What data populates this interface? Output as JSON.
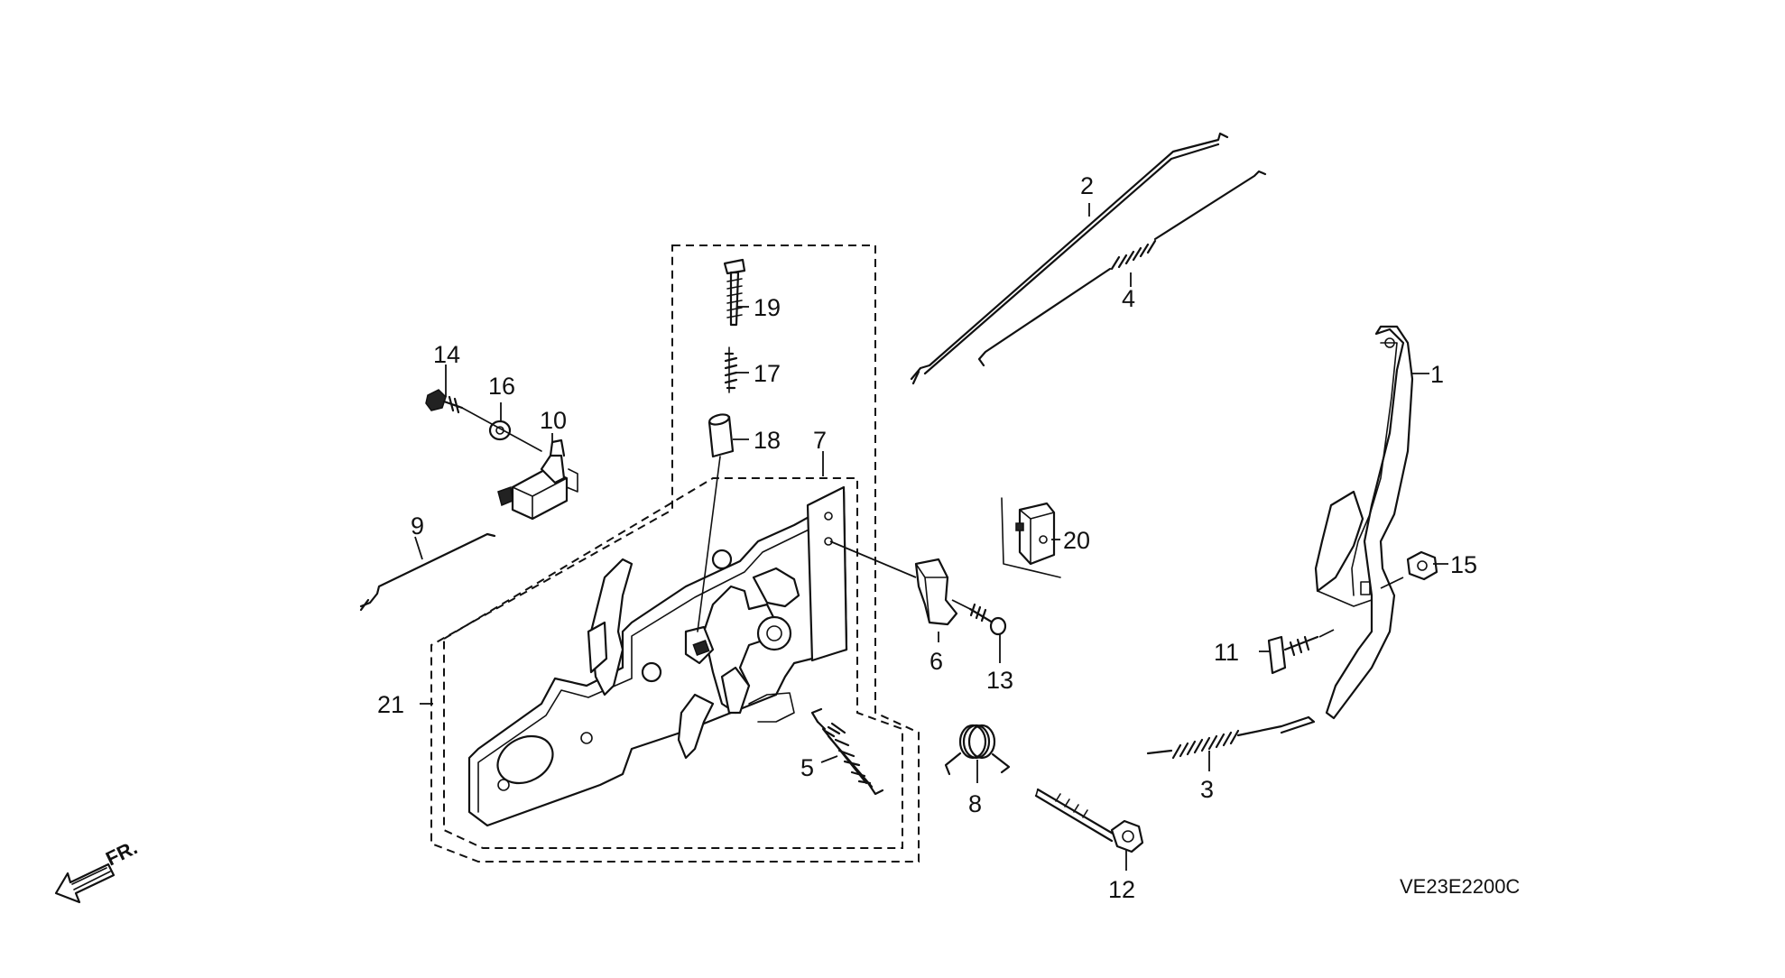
{
  "diagram": {
    "code": "VE23E2200C",
    "direction_label": "FR.",
    "callouts": {
      "c1": "1",
      "c2": "2",
      "c3": "3",
      "c4": "4",
      "c5": "5",
      "c6": "6",
      "c7": "7",
      "c8": "8",
      "c9": "9",
      "c10": "10",
      "c11": "11",
      "c12": "12",
      "c13": "13",
      "c14": "14",
      "c15": "15",
      "c16": "16",
      "c17": "17",
      "c18": "18",
      "c19": "19",
      "c20": "20",
      "c21": "21"
    }
  }
}
